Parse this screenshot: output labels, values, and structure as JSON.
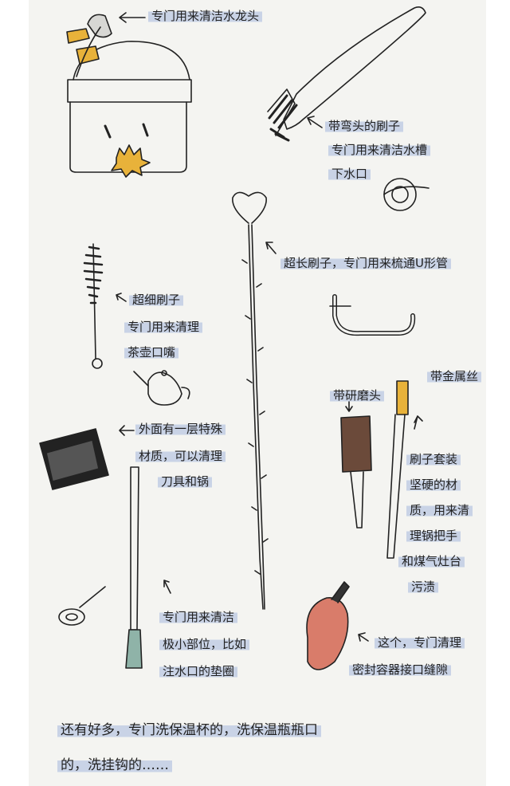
{
  "labels": {
    "faucet": "专门用来清洁水龙头",
    "bent_head_title": "带弯头的刷子",
    "bent_head_line1": "专门用来清洁水槽",
    "bent_head_line2": "下水口",
    "long_brush": "超长刷子，专门用来梳通U形管",
    "fine_title": "超细刷子",
    "fine_line1": "专门用来清理",
    "fine_line2": "茶壶口嘴",
    "sponge_line1": "外面有一层特殊",
    "sponge_line2": "材质，可以清理",
    "sponge_line3": "刀具和锅",
    "grind_head": "带研磨头",
    "wire_brush": "带金属丝",
    "set_line1": "刷子套装",
    "set_line2": "坚硬的材",
    "set_line3": "质，用来清",
    "set_line4": "理锅把手",
    "set_line5": "和煤气灶台",
    "set_line6": "污渍",
    "tiny_line1": "专门用来清洁",
    "tiny_line2": "极小部位，比如",
    "tiny_line3": "注水口的垫圈",
    "seal_line1": "这个，专门清理",
    "seal_line2": "密封容器接口缝隙",
    "footer_line1": "还有好多，专门洗保温杯的，洗保温瓶瓶口",
    "footer_line2": "的，洗挂钩的……"
  },
  "colors": {
    "paper": "#f4f4f1",
    "highlight": "#c9d3e6",
    "sponge_yellow": "#e8b23a",
    "grind_pad": "#6b4a3a",
    "seal_brush": "#d97c6a",
    "handle_teal": "#8fb3a8"
  }
}
